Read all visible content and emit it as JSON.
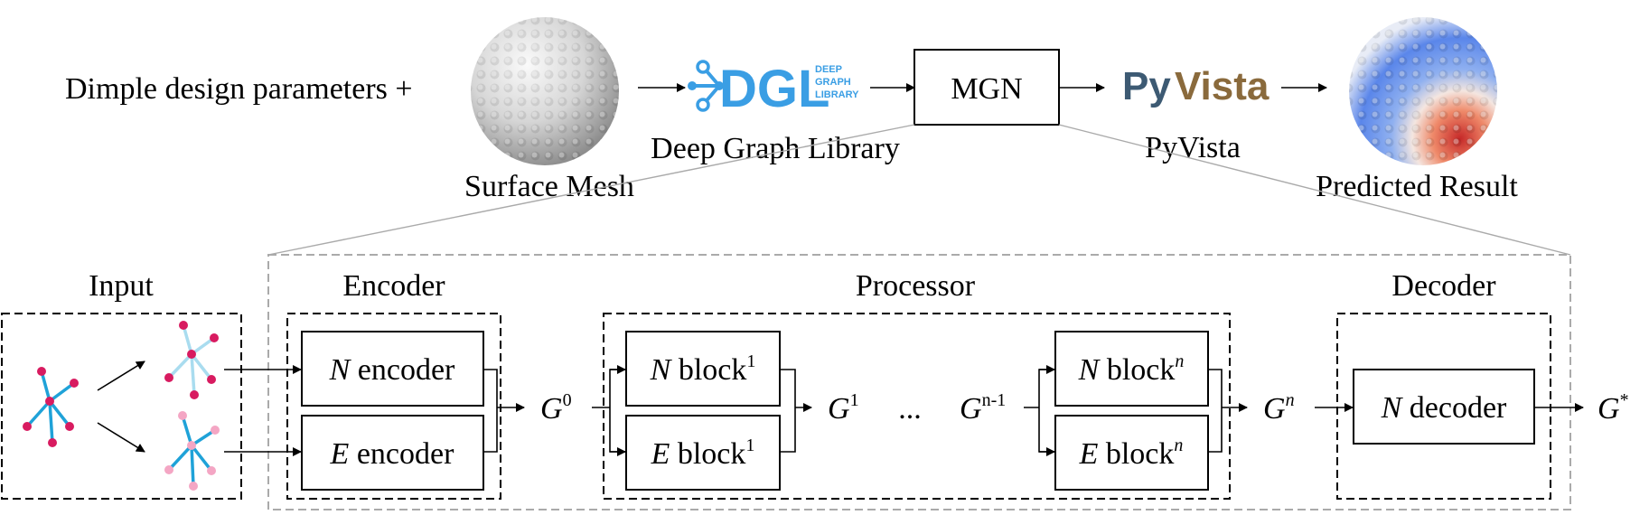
{
  "top_flow": {
    "dimple_text": "Dimple design parameters +",
    "surface_mesh_caption": "Surface Mesh",
    "dgl_logo_main": "DGL",
    "dgl_logo_line1": "DEEP",
    "dgl_logo_line2": "GRAPH",
    "dgl_logo_line3": "LIBRARY",
    "dgl_caption": "Deep Graph Library",
    "mgn_label": "MGN",
    "pyvista_logo_py": "Py",
    "pyvista_logo_vista": "Vista",
    "pyvista_caption": "PyVista",
    "predicted_caption": "Predicted Result"
  },
  "sections": {
    "input": "Input",
    "encoder": "Encoder",
    "processor": "Processor",
    "decoder": "Decoder"
  },
  "blocks": {
    "n_encoder": {
      "var": "N",
      "text": " encoder"
    },
    "e_encoder": {
      "var": "E",
      "text": " encoder"
    },
    "n_block_1": {
      "var": "N",
      "text": " block",
      "sup": "1"
    },
    "e_block_1": {
      "var": "E",
      "text": " block",
      "sup": "1"
    },
    "n_block_n": {
      "var": "N",
      "text": " block",
      "sup": "n"
    },
    "e_block_n": {
      "var": "E",
      "text": " block",
      "sup": "n"
    },
    "n_decoder": {
      "var": "N",
      "text": " decoder"
    }
  },
  "graphs": {
    "g0": {
      "base": "G",
      "sup": "0"
    },
    "g1": {
      "base": "G",
      "sup": "1"
    },
    "ellipsis": "...",
    "gn_minus_1": {
      "base": "G",
      "sup": "n-1"
    },
    "gn": {
      "base": "G",
      "sup": "n"
    },
    "g_star": {
      "base": "G",
      "sup": "*"
    }
  },
  "colors": {
    "edge_blue": "#1fa2d8",
    "node_pink": "#d81b60",
    "node_light_pink": "#f4a6c4",
    "edge_light": "#a9dcef",
    "dgl_blue": "#3a9ee4",
    "dashed_gray": "#aaaaaa"
  }
}
